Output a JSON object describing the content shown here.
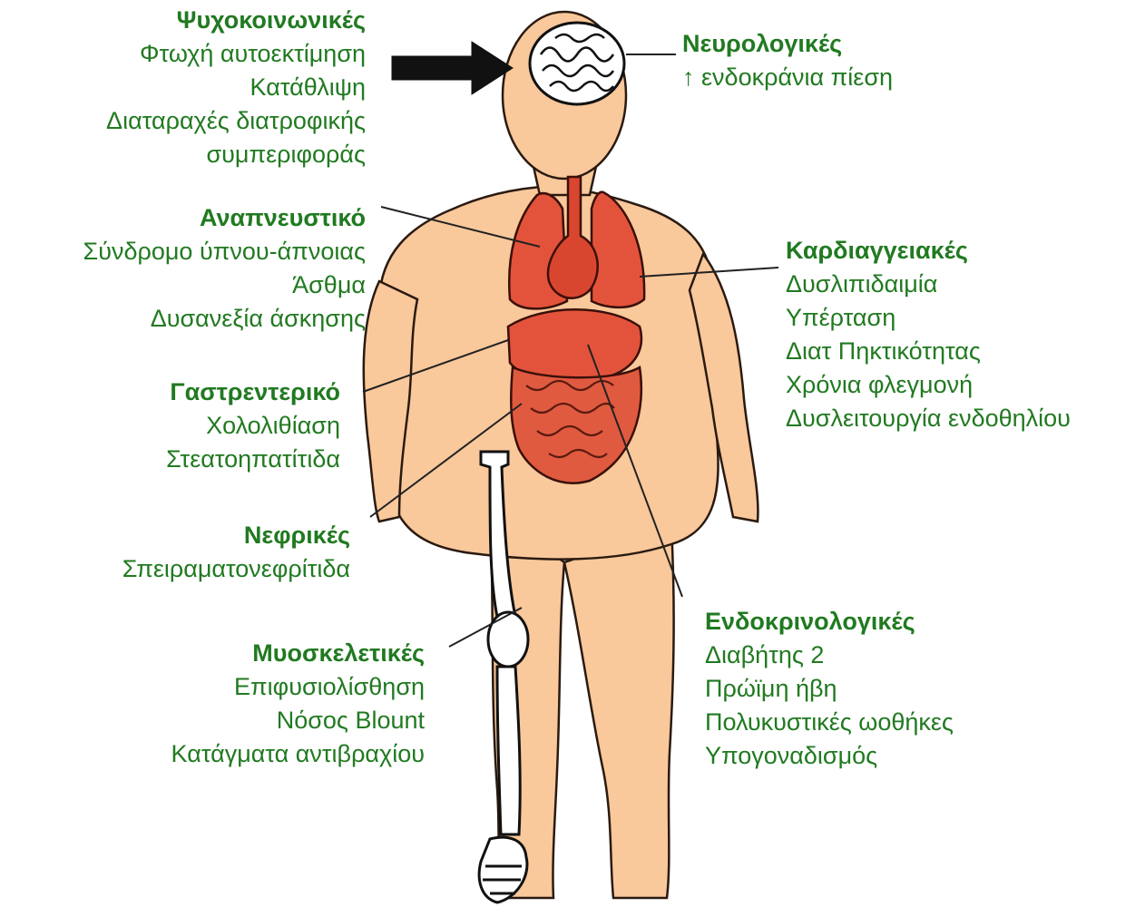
{
  "colors": {
    "text": "#217a21",
    "skin": "#f9c89b",
    "skin_outline": "#2a1a10",
    "organ": "#e3533c",
    "organ_dark": "#b83521",
    "bone": "#ffffff",
    "line": "#222222"
  },
  "groups": {
    "psychosocial": {
      "title": "Ψυχοκοινωνικές",
      "items": [
        "Φτωχή αυτοεκτίμηση",
        "Κατάθλιψη",
        "Διαταραχές διατροφικής",
        "συμπεριφοράς"
      ]
    },
    "neurological": {
      "title": "Νευρολογικές",
      "items": [
        "↑ ενδοκράνια πίεση"
      ]
    },
    "respiratory": {
      "title": "Αναπνευστικό",
      "items": [
        "Σύνδρομο ύπνου-άπνοιας",
        "Άσθμα",
        "Δυσανεξία άσκησης"
      ]
    },
    "cardiovascular": {
      "title": "Καρδιαγγειακές",
      "items": [
        "Δυσλιπιδαιμία",
        "Υπέρταση",
        "Διατ Πηκτικότητας",
        "Χρόνια φλεγμονή",
        "Δυσλειτουργία ενδοθηλίου"
      ]
    },
    "gastrointestinal": {
      "title": "Γαστρεντερικό",
      "items": [
        "Χολολιθίαση",
        "Στεατοηπατίτιδα"
      ]
    },
    "renal": {
      "title": "Νεφρικές",
      "items": [
        "Σπειραματονεφρίτιδα"
      ]
    },
    "endocrine": {
      "title": "Ενδοκρινολογικές",
      "items": [
        "Διαβήτης 2",
        "Πρώϊμη ήβη",
        "Πολυκυστικές ωοθήκες",
        "Υπογοναδισμός"
      ]
    },
    "musculoskeletal": {
      "title": "Μυοσκελετικές",
      "items": [
        "Επιφυσιολίσθηση",
        "Νόσος Blount",
        "Κατάγματα αντιβραχίου"
      ]
    }
  }
}
